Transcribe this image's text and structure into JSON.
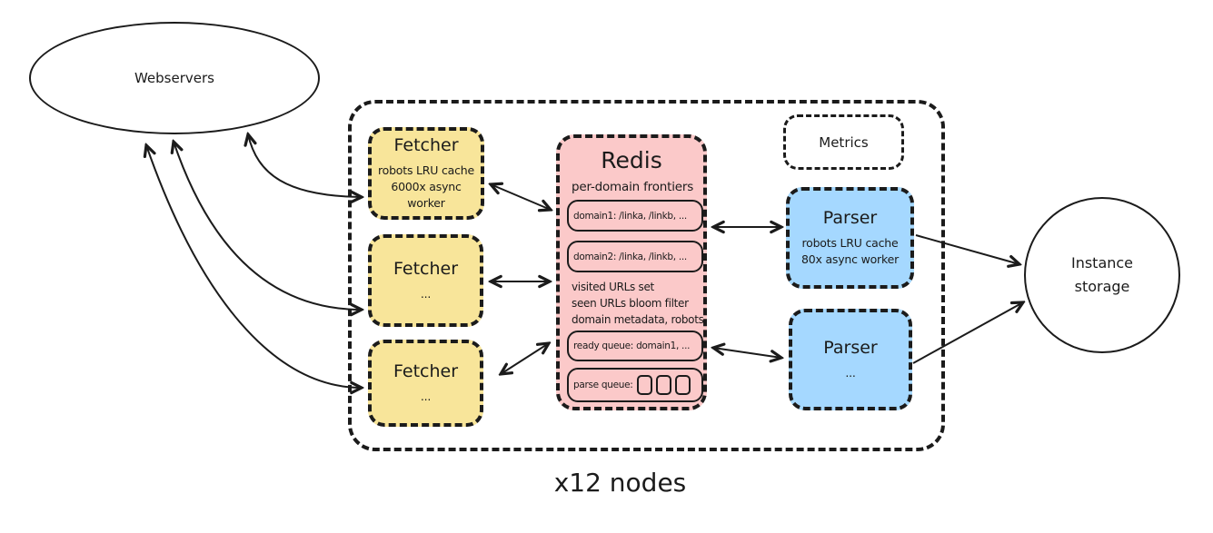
{
  "webservers": {
    "label": "Webservers"
  },
  "instance_storage": {
    "label": "Instance storage"
  },
  "cluster": {
    "caption": "x12 nodes",
    "metrics": {
      "title": "Metrics"
    },
    "fetchers": [
      {
        "title": "Fetcher",
        "line1": "robots LRU cache",
        "line2": "6000x async worker"
      },
      {
        "title": "Fetcher",
        "line1": "..."
      },
      {
        "title": "Fetcher",
        "line1": "..."
      }
    ],
    "redis": {
      "title": "Redis",
      "subtitle": "per-domain frontiers",
      "frontiers": [
        "domain1: /linka, /linkb, ...",
        "domain2: /linka, /linkb, ..."
      ],
      "notes": [
        "visited URLs set",
        "seen URLs bloom filter",
        "domain metadata, robots"
      ],
      "ready_queue_label": "ready queue: domain1, ...",
      "parse_queue_label": "parse queue:"
    },
    "parsers": [
      {
        "title": "Parser",
        "line1": "robots LRU cache",
        "line2": "80x async worker"
      },
      {
        "title": "Parser",
        "line1": "..."
      }
    ]
  },
  "colors": {
    "fetcher_fill": "#F8E59A",
    "redis_fill": "#FBC9C9",
    "parser_fill": "#A5D8FF",
    "stroke": "#1b1b1b"
  }
}
